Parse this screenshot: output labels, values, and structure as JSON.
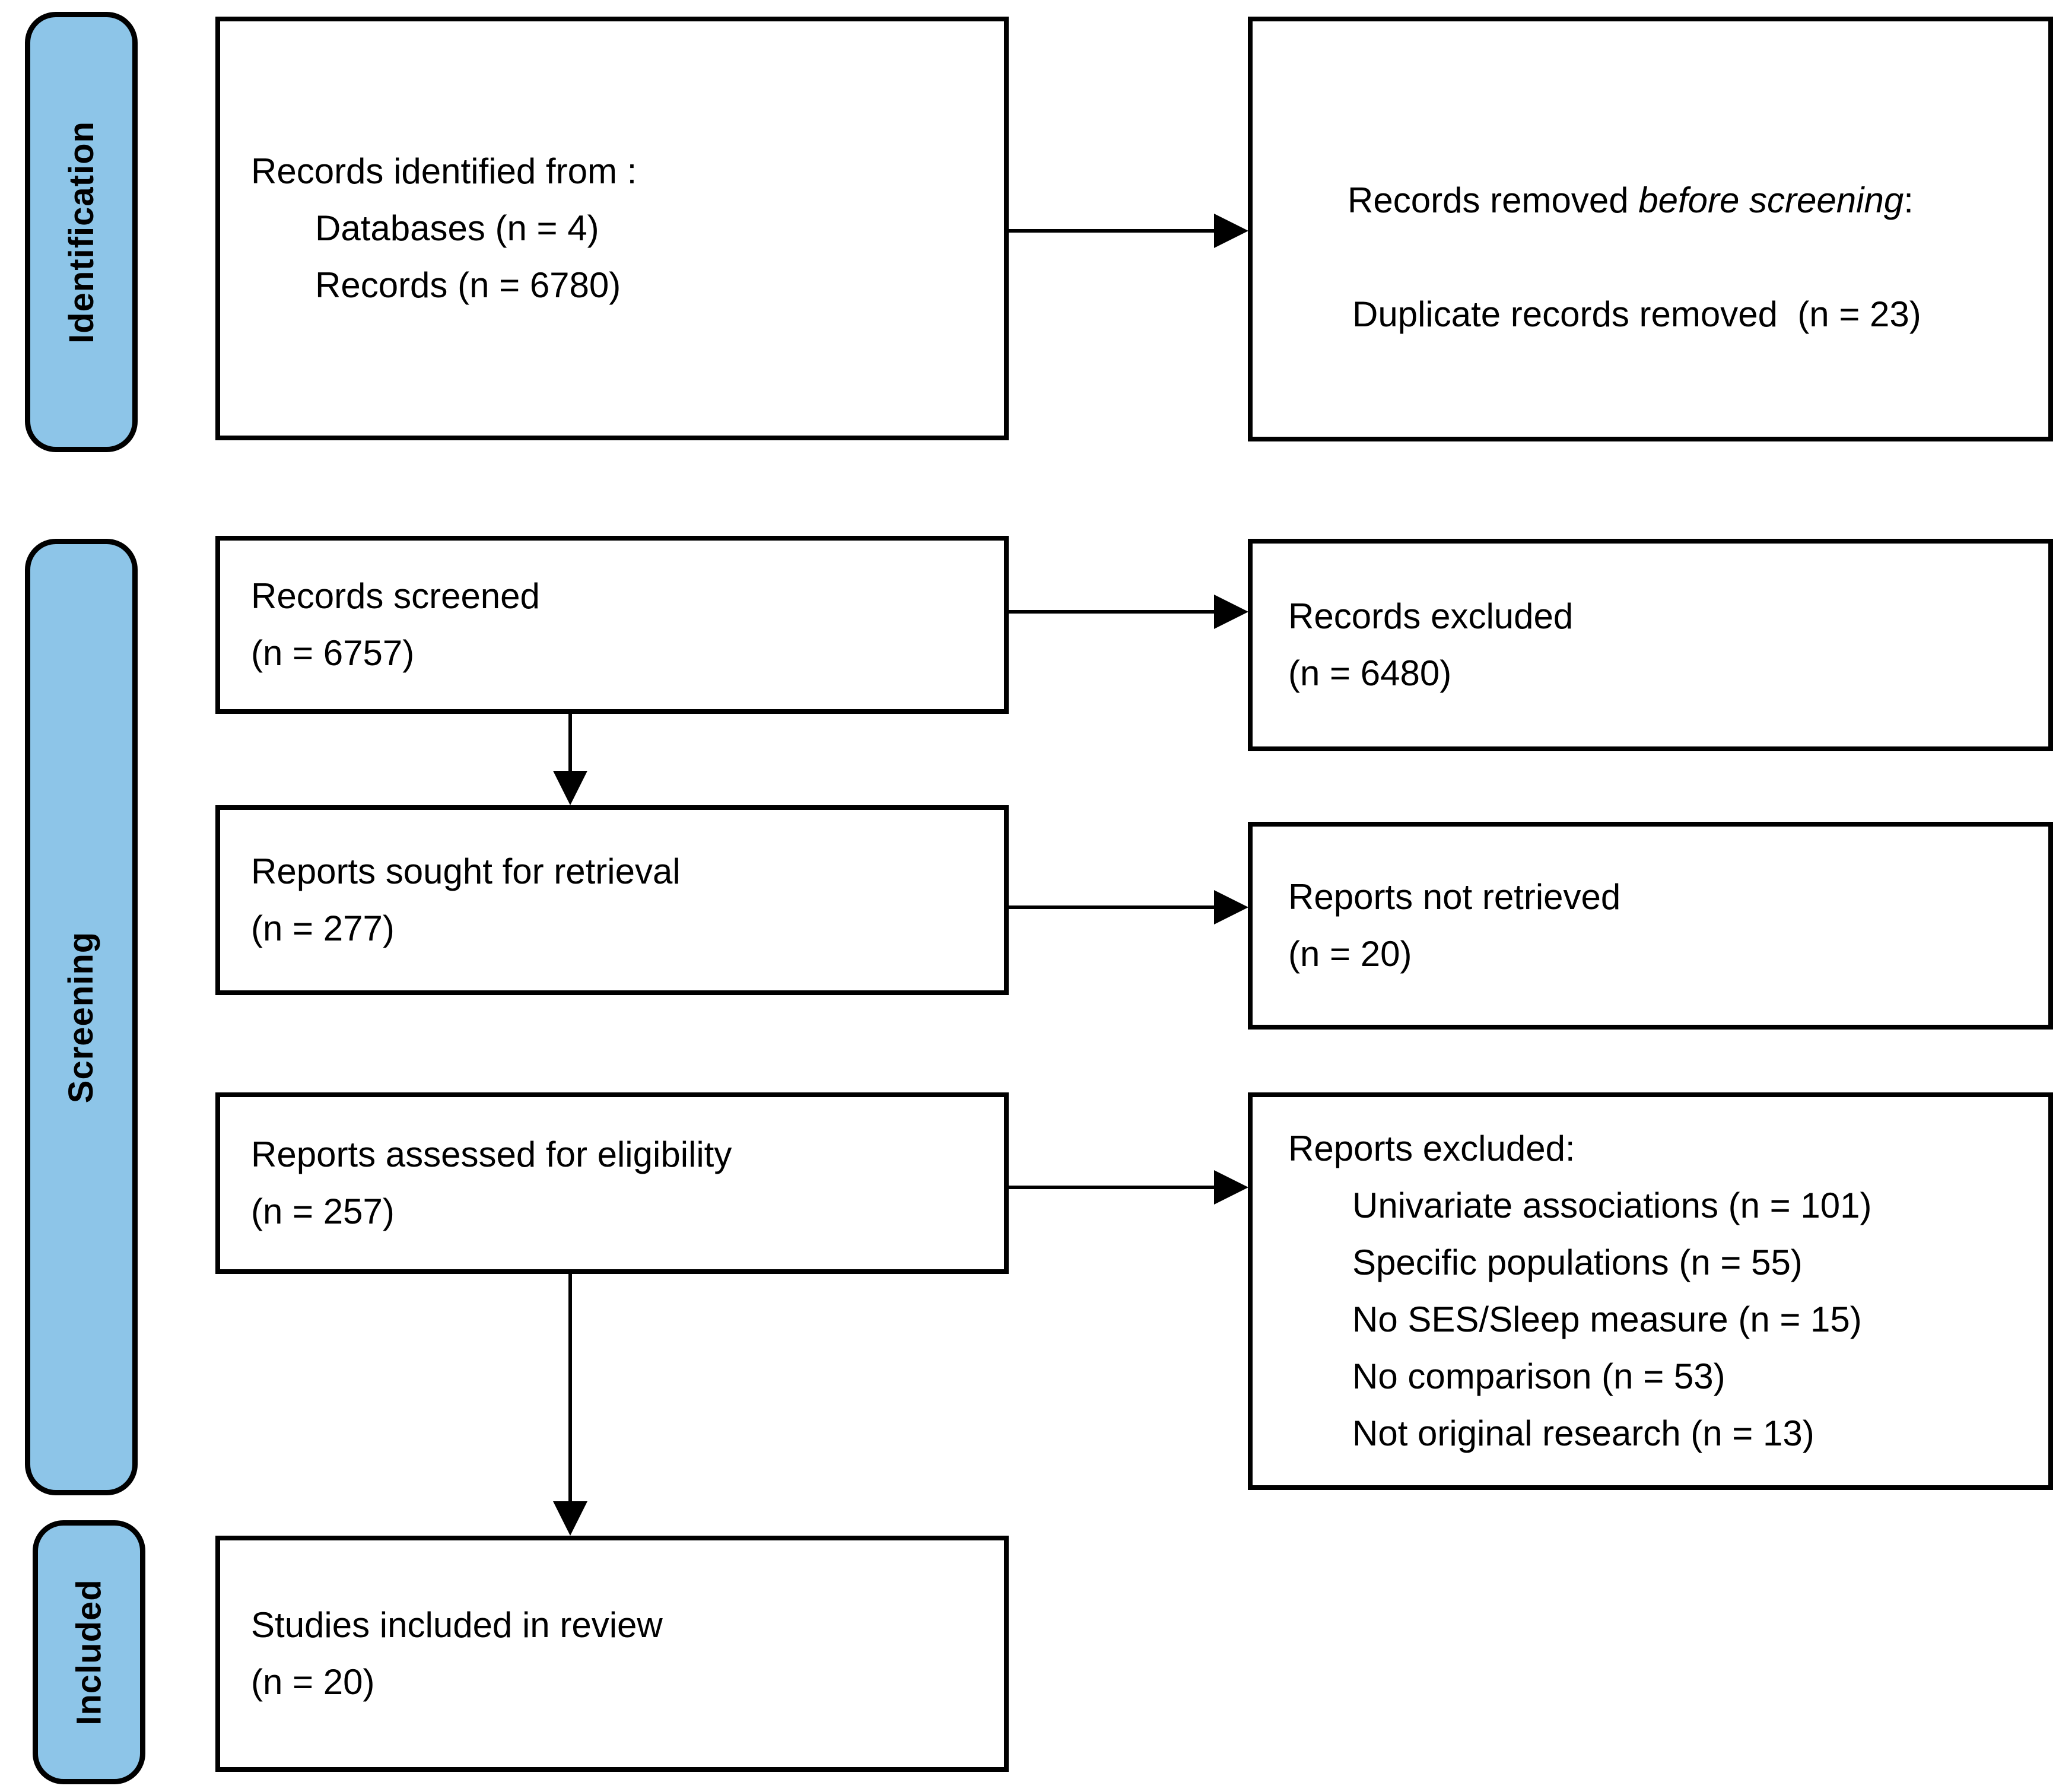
{
  "palette": {
    "stage_fill": "#8dc5e8",
    "line": "#000000",
    "background": "#ffffff"
  },
  "stages": {
    "identification": "Identification",
    "screening": "Screening",
    "included": "Included"
  },
  "boxes": {
    "identified": {
      "line1": "Records identified from :",
      "line2": "Databases (n = 4)",
      "line3": "Records (n = 6780)"
    },
    "removed": {
      "line1_prefix": "Records removed ",
      "line1_italic": "before screening",
      "line1_suffix": ":",
      "line2": "Duplicate records removed  (n = 23)"
    },
    "screened": {
      "line1": "Records screened",
      "line2": "(n = 6757)"
    },
    "excluded": {
      "line1": "Records excluded",
      "line2": "(n = 6480)"
    },
    "sought": {
      "line1": "Reports sought for retrieval",
      "line2": "(n = 277)"
    },
    "not_retrieved": {
      "line1": "Reports not retrieved",
      "line2": "(n = 20)"
    },
    "assessed": {
      "line1": "Reports assessed for eligibility",
      "line2": "(n = 257)"
    },
    "reports_excluded": {
      "heading": "Reports excluded:",
      "item1": "Univariate associations (n = 101)",
      "item2": "Specific populations (n = 55)",
      "item3": "No SES/Sleep measure (n = 15)",
      "item4": "No comparison (n = 53)",
      "item5": "Not original research (n = 13)"
    },
    "included_studies": {
      "line1": "Studies included in review",
      "line2": "(n = 20)"
    }
  }
}
